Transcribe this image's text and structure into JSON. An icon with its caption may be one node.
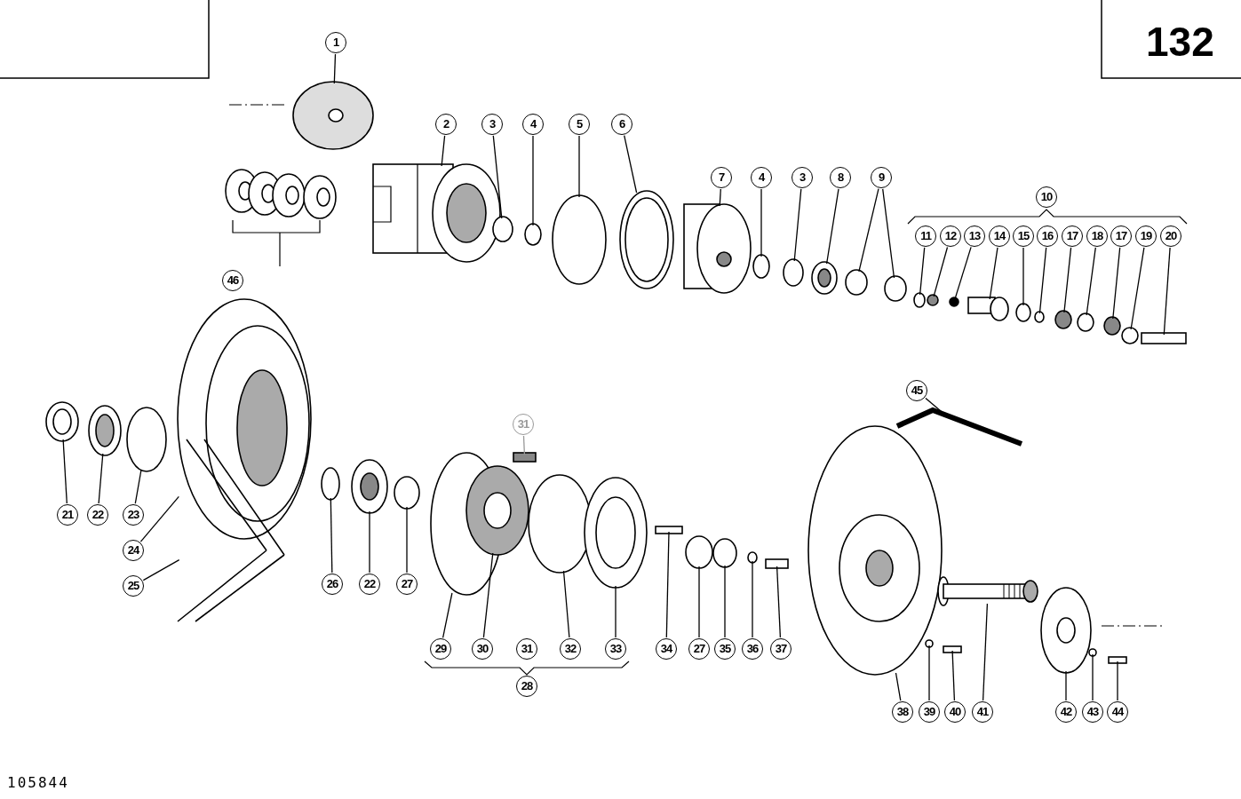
{
  "diagram": {
    "nodes": [
      {
        "text": [
          "1"
        ]
      },
      {
        "text": [
          "2"
        ]
      },
      {
        "text": [
          "3"
        ]
      },
      {
        "text": [
          "4"
        ]
      },
      {
        "text": [
          "5"
        ]
      },
      {
        "text": [
          "6"
        ]
      },
      {
        "text": [
          "7"
        ]
      },
      {
        "text": [
          "4"
        ]
      },
      {
        "text": [
          "3"
        ]
      },
      {
        "text": [
          "8"
        ]
      },
      {
        "text": [
          "9"
        ]
      },
      {
        "text": [
          "10"
        ]
      },
      {
        "text": [
          "11"
        ]
      },
      {
        "text": [
          "12"
        ]
      },
      {
        "text": [
          "13"
        ]
      },
      {
        "text": [
          "14"
        ]
      },
      {
        "text": [
          "15"
        ]
      },
      {
        "text": [
          "16"
        ]
      },
      {
        "text": [
          "17"
        ]
      },
      {
        "text": [
          "18"
        ]
      },
      {
        "text": [
          "17"
        ]
      },
      {
        "text": [
          "19"
        ]
      },
      {
        "text": [
          "20"
        ]
      },
      {
        "text": [
          "46"
        ]
      },
      {
        "text": [
          "31"
        ]
      },
      {
        "text": [
          "45"
        ]
      },
      {
        "text": [
          "21"
        ]
      },
      {
        "text": [
          "22"
        ]
      },
      {
        "text": [
          "23"
        ]
      },
      {
        "text": [
          "24"
        ]
      },
      {
        "text": [
          "25"
        ]
      },
      {
        "text": [
          "26"
        ]
      },
      {
        "text": [
          "22"
        ]
      },
      {
        "text": [
          "27"
        ]
      },
      {
        "text": [
          "29"
        ]
      },
      {
        "text": [
          "30"
        ]
      },
      {
        "text": [
          "31"
        ]
      },
      {
        "text": [
          "32"
        ]
      },
      {
        "text": [
          "33"
        ]
      },
      {
        "text": [
          "34"
        ]
      },
      {
        "text": [
          "27"
        ]
      },
      {
        "text": [
          "35"
        ]
      },
      {
        "text": [
          "36"
        ]
      },
      {
        "text": [
          "37"
        ]
      },
      {
        "text": [
          "28"
        ]
      },
      {
        "text": [
          "38"
        ]
      },
      {
        "text": [
          "39"
        ]
      },
      {
        "text": [
          "40"
        ]
      },
      {
        "text": [
          "41"
        ]
      },
      {
        "text": [
          "42"
        ]
      },
      {
        "text": [
          "43"
        ]
      },
      {
        "text": [
          "44"
        ]
      },
      {
        "text": [],
        "shape": "picture"
      },
      {
        "text": [],
        "shape": "picture"
      },
      {
        "text": [],
        "shape": "circle"
      },
      {
        "text": [],
        "shape": "circle"
      },
      {
        "text": [],
        "shape": "circle"
      },
      {
        "text": [],
        "shape": "picture"
      },
      {
        "text": [],
        "shape": "picture"
      },
      {
        "text": [],
        "shape": "circle"
      },
      {
        "text": [],
        "shape": "circle"
      },
      {
        "text": [],
        "shape": "picture"
      },
      {
        "text": [],
        "shape": "circle"
      },
      {
        "text": [],
        "shape": "circle"
      },
      {
        "text": [],
        "shape": "circle"
      },
      {
        "text": [],
        "shape": "circle"
      },
      {
        "text": [],
        "shape": "circle"
      },
      {
        "text": [],
        "shape": "picture"
      },
      {
        "text": [],
        "shape": "circle"
      },
      {
        "text": [],
        "shape": "circle"
      },
      {
        "text": [],
        "shape": "circle"
      },
      {
        "text": [],
        "shape": "circle"
      },
      {
        "text": [],
        "shape": "circle"
      },
      {
        "text": [],
        "shape": "circle"
      },
      {
        "text": [],
        "shape": "box"
      },
      {
        "text": [],
        "shape": "box"
      },
      {
        "text": [],
        "shape": "picture"
      },
      {
        "text": [],
        "shape": "picture"
      },
      {
        "text": [],
        "shape": "picture"
      },
      {
        "text": [],
        "shape": "circle"
      },
      {
        "text": [],
        "shape": "picture"
      },
      {
        "text": [],
        "shape": "picture"
      },
      {
        "text": [],
        "shape": "circle"
      },
      {
        "text": [],
        "shape": "picture"
      },
      {
        "text": [],
        "shape": "circle"
      },
      {
        "text": [],
        "shape": "circle"
      },
      {
        "text": [],
        "shape": "picture"
      },
      {
        "text": [],
        "shape": "circle"
      },
      {
        "text": [],
        "shape": "picture"
      },
      {
        "text": [],
        "shape": "box"
      },
      {
        "text": [],
        "shape": "circle"
      },
      {
        "text": [],
        "shape": "circle"
      },
      {
        "text": [],
        "shape": "circle"
      },
      {
        "text": [],
        "shape": "box"
      },
      {
        "text": [],
        "shape": "picture"
      },
      {
        "text": [],
        "shape": "circle"
      },
      {
        "text": [],
        "shape": "box"
      },
      {
        "text": [],
        "shape": "picture"
      },
      {
        "text": [],
        "shape": "picture"
      },
      {
        "text": [],
        "shape": "circle"
      },
      {
        "text": [],
        "shape": "box"
      }
    ],
    "edges": [
      {
        "from": 0,
        "to": 52,
        "arrow": "none"
      },
      {
        "from": 1,
        "to": 53,
        "arrow": "none"
      },
      {
        "from": 2,
        "to": 54,
        "arrow": "none"
      },
      {
        "from": 3,
        "to": 55,
        "arrow": "none"
      },
      {
        "from": 4,
        "to": 56,
        "arrow": "none"
      },
      {
        "from": 5,
        "to": 57,
        "arrow": "none"
      },
      {
        "from": 6,
        "to": 58,
        "arrow": "none"
      },
      {
        "from": 7,
        "to": 59,
        "arrow": "none"
      },
      {
        "from": 8,
        "to": 60,
        "arrow": "none"
      },
      {
        "from": 9,
        "to": 61,
        "arrow": "none"
      },
      {
        "from": 10,
        "to": 62,
        "arrow": "none"
      },
      {
        "from": 10,
        "to": 63,
        "arrow": "none"
      },
      {
        "from": 12,
        "to": 64,
        "arrow": "none"
      },
      {
        "from": 13,
        "to": 65,
        "arrow": "none"
      },
      {
        "from": 14,
        "to": 66,
        "arrow": "none"
      },
      {
        "from": 15,
        "to": 67,
        "arrow": "none"
      },
      {
        "from": 16,
        "to": 68,
        "arrow": "none"
      },
      {
        "from": 17,
        "to": 69,
        "arrow": "none"
      },
      {
        "from": 18,
        "to": 70,
        "arrow": "none"
      },
      {
        "from": 19,
        "to": 71,
        "arrow": "none"
      },
      {
        "from": 20,
        "to": 72,
        "arrow": "none"
      },
      {
        "from": 21,
        "to": 73,
        "arrow": "none"
      },
      {
        "from": 22,
        "to": 74,
        "arrow": "none"
      },
      {
        "from": 24,
        "to": 75,
        "arrow": "none",
        "color": "#999999"
      },
      {
        "from": 25,
        "to": 76,
        "arrow": "none"
      },
      {
        "from": 26,
        "to": 77,
        "arrow": "none"
      },
      {
        "from": 27,
        "to": 78,
        "arrow": "none"
      },
      {
        "from": 28,
        "to": 79,
        "arrow": "none"
      },
      {
        "from": 29,
        "to": 80,
        "arrow": "none"
      },
      {
        "from": 30,
        "to": 81,
        "arrow": "none"
      },
      {
        "from": 31,
        "to": 82,
        "arrow": "none"
      },
      {
        "from": 32,
        "to": 83,
        "arrow": "none"
      },
      {
        "from": 33,
        "to": 84,
        "arrow": "none"
      },
      {
        "from": 34,
        "to": 85,
        "arrow": "none"
      },
      {
        "from": 35,
        "to": 86,
        "arrow": "none"
      },
      {
        "from": 37,
        "to": 87,
        "arrow": "none"
      },
      {
        "from": 38,
        "to": 88,
        "arrow": "none"
      },
      {
        "from": 39,
        "to": 89,
        "arrow": "none"
      },
      {
        "from": 40,
        "to": 90,
        "arrow": "none"
      },
      {
        "from": 41,
        "to": 91,
        "arrow": "none"
      },
      {
        "from": 42,
        "to": 92,
        "arrow": "none"
      },
      {
        "from": 43,
        "to": 93,
        "arrow": "none"
      },
      {
        "from": 45,
        "to": 94,
        "arrow": "none"
      },
      {
        "from": 46,
        "to": 95,
        "arrow": "none"
      },
      {
        "from": 47,
        "to": 96,
        "arrow": "none"
      },
      {
        "from": 48,
        "to": 97,
        "arrow": "none"
      },
      {
        "from": 49,
        "to": 98,
        "arrow": "none"
      },
      {
        "from": 50,
        "to": 99,
        "arrow": "none"
      },
      {
        "from": 51,
        "to": 100,
        "arrow": "none"
      }
    ],
    "labels": [
      "132",
      "105844"
    ]
  }
}
